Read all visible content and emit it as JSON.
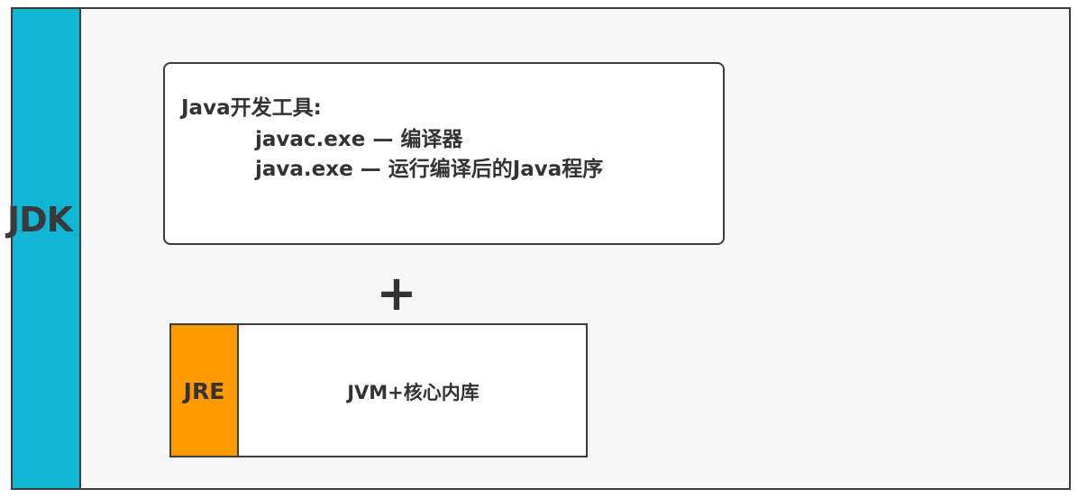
{
  "jdk": {
    "label": "JDK",
    "color": "#0fb7d4"
  },
  "tools": {
    "title": "Java开发工具:",
    "items": [
      "javac.exe — 编译器",
      "java.exe — 运行编译后的Java程序"
    ]
  },
  "plus": "+",
  "jre": {
    "label": "JRE",
    "color": "#ff9900",
    "content": "JVM+核心内库"
  }
}
